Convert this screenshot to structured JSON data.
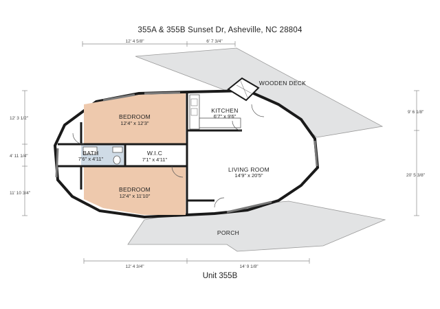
{
  "title": "355A & 355B Sunset Dr, Asheville, NC 28804",
  "unit_label": "Unit 355B",
  "rooms": {
    "bedroom_top": {
      "name": "BEDROOM",
      "size": "12'4\" x 12'3\""
    },
    "bedroom_bottom": {
      "name": "BEDROOM",
      "size": "12'4\" x 11'10\""
    },
    "bath": {
      "name": "BATH",
      "size": "7'6\" x 4'11\""
    },
    "wic": {
      "name": "W.I.C",
      "size": "7'1\" x 4'11\""
    },
    "kitchen": {
      "name": "KITCHEN",
      "size": "6'7\" x 9'6\""
    },
    "living_room": {
      "name": "LIVING ROOM",
      "size": "14'9\" x 20'5\""
    },
    "wooden_deck": {
      "name": "WOODEN DECK"
    },
    "porch": {
      "name": "PORCH"
    }
  },
  "dimensions": {
    "top_left": "12' 4 5/8\"",
    "top_right": "6' 7 3/4\"",
    "bottom_left": "12' 4 3/4\"",
    "bottom_right": "14' 9 1/8\"",
    "left_top": "12' 3 1/2\"",
    "left_mid": "4' 11 1/4\"",
    "left_bottom": "11' 10 3/4\"",
    "right_top": "9' 6 1/8\"",
    "right_bottom": "20' 5 3/8\""
  },
  "colors": {
    "bedroom_fill": "#eec9ad",
    "bath_fill": "#cfdbe6",
    "deck_fill": "#e2e3e4",
    "wall": "#1a1a1a",
    "floor": "#ffffff"
  }
}
